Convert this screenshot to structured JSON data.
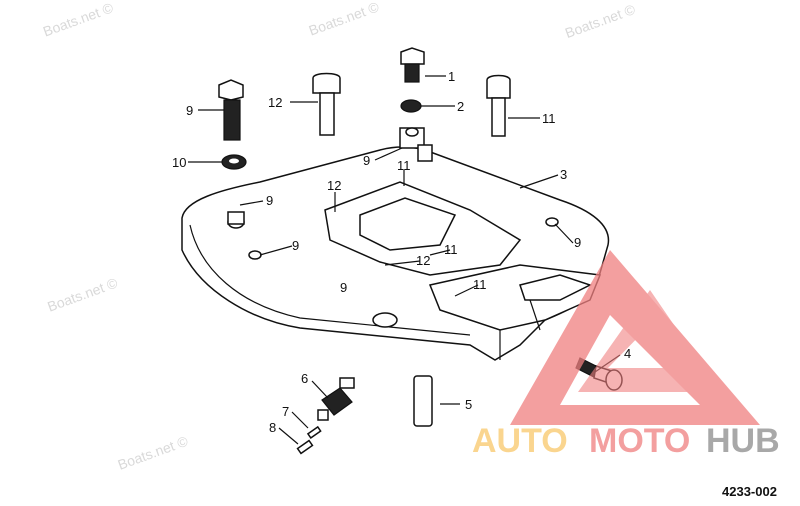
{
  "watermark": "Boats.net ©",
  "logo": {
    "part1": "AUTO",
    "part2": "MOTO",
    "part3": "HUB",
    "colors": {
      "auto": "#f9c86a",
      "moto": "#ef7f7f",
      "hub": "#8c8c8c",
      "triangle": "#f08080"
    }
  },
  "diagram_number": "4233-002",
  "callouts": [
    "1",
    "2",
    "11",
    "12",
    "9",
    "10",
    "3",
    "9",
    "11",
    "12",
    "9",
    "9",
    "9",
    "11",
    "12",
    "11",
    "9",
    "4",
    "5",
    "6",
    "7",
    "8"
  ]
}
